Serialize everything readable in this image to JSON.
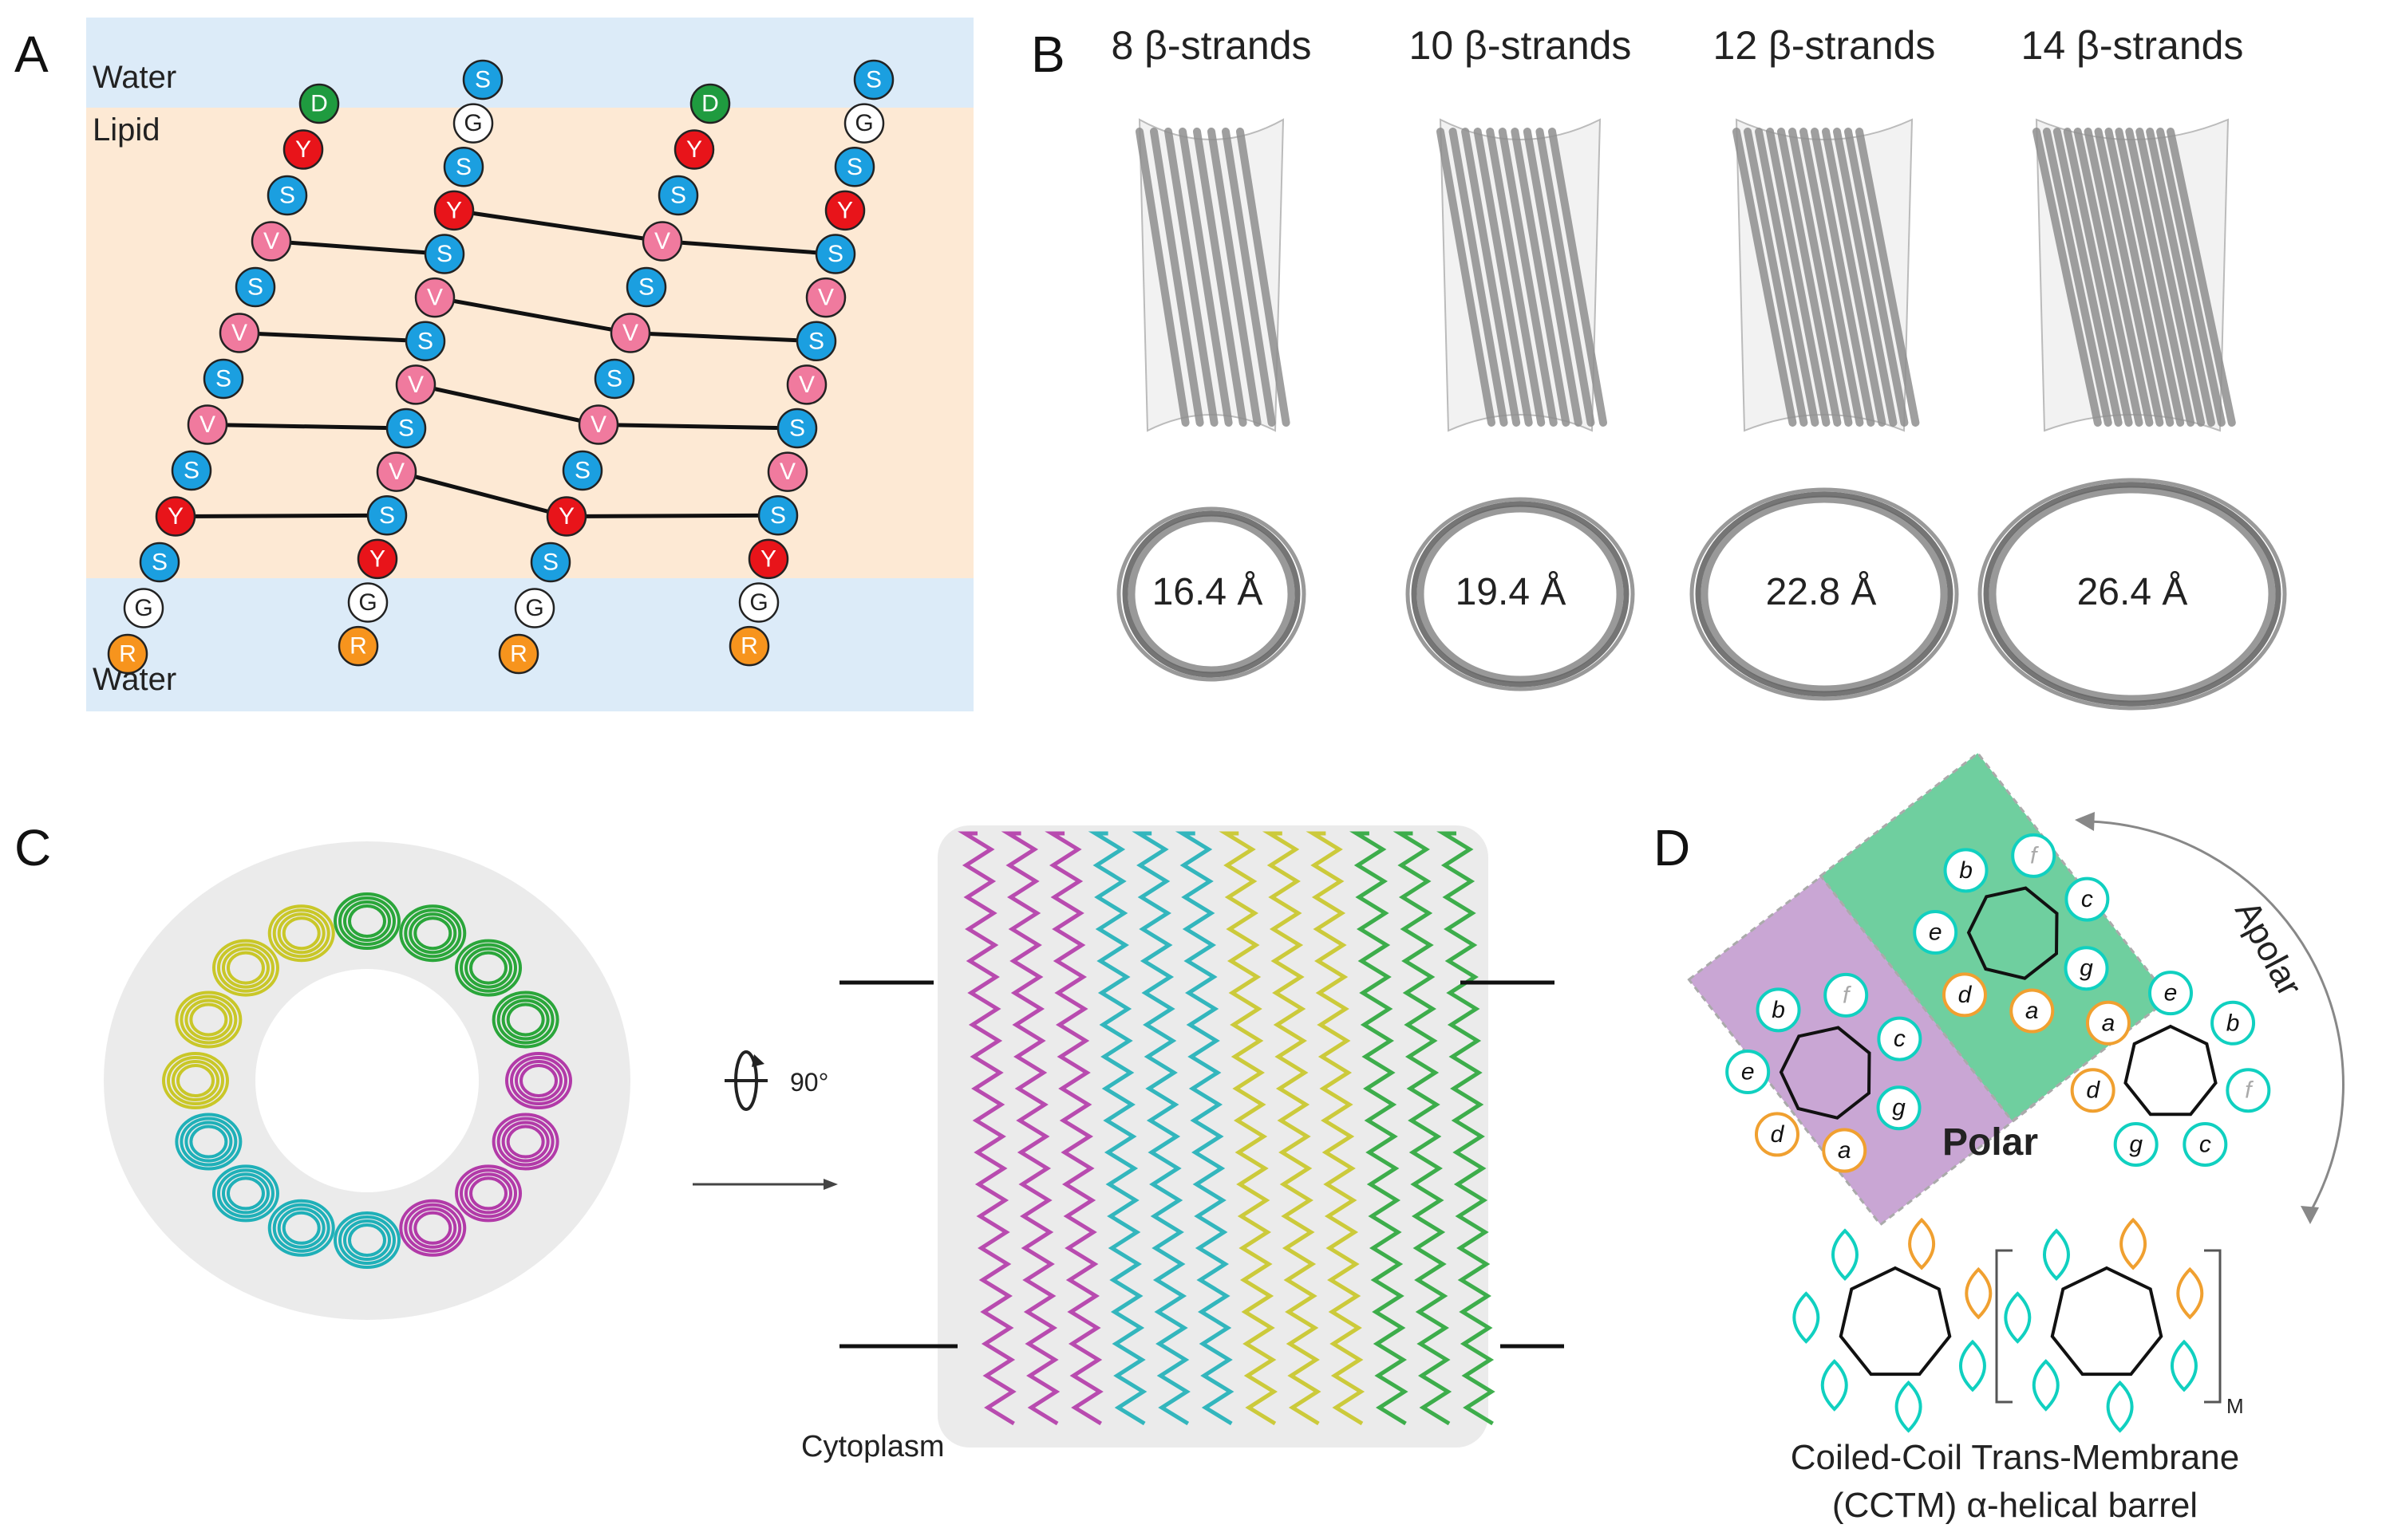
{
  "panels": {
    "a": "A",
    "b": "B",
    "c": "C",
    "d": "D"
  },
  "panel_a": {
    "water_top": "Water",
    "lipid": "Lipid",
    "water_bottom": "Water",
    "colors": {
      "water": "#dcebf8",
      "lipid": "#fde9d4",
      "S": "#1b9fe0",
      "V": "#f07a9e",
      "Y": "#e8141a",
      "D": "#1f9b3f",
      "G": "#ffffff",
      "R": "#f7941d"
    },
    "strands": [
      [
        "R",
        "G",
        "S",
        "Y",
        "S",
        "V",
        "S",
        "V",
        "S",
        "V",
        "S",
        "Y",
        "D"
      ],
      [
        "S",
        "G",
        "S",
        "Y",
        "S",
        "V",
        "S",
        "V",
        "S",
        "V",
        "S",
        "Y",
        "G",
        "R"
      ],
      [
        "R",
        "G",
        "S",
        "Y",
        "S",
        "V",
        "S",
        "V",
        "S",
        "V",
        "S",
        "Y",
        "D"
      ],
      [
        "S",
        "G",
        "S",
        "Y",
        "S",
        "V",
        "S",
        "V",
        "S",
        "V",
        "S",
        "Y",
        "G",
        "R"
      ]
    ]
  },
  "panel_b": {
    "barrels": [
      {
        "strands_label": "8 β-strands",
        "diameter_label": "16.4 Å"
      },
      {
        "strands_label": "10 β-strands",
        "diameter_label": "19.4 Å"
      },
      {
        "strands_label": "12 β-strands",
        "diameter_label": "22.8 Å"
      },
      {
        "strands_label": "14 β-strands",
        "diameter_label": "26.4 Å"
      }
    ],
    "ribbon_color": "#8e8e8e"
  },
  "panel_c": {
    "rotation_label": "90°",
    "cytoplasm_label": "Cytoplasm",
    "colors": [
      "#b23aa8",
      "#1fb0b8",
      "#c9c728",
      "#2aa63a"
    ]
  },
  "panel_d": {
    "apolar_label": "Apolar",
    "polar_label": "Polar",
    "repeat_subscript": "M",
    "caption_line1": "Coiled-Coil Trans-Membrane",
    "caption_line2": "(CCTM) α-helical barrel",
    "heptad_left": [
      "b",
      "f",
      "c",
      "g",
      "a",
      "d",
      "e"
    ],
    "heptad_right": [
      "b",
      "f",
      "c",
      "g",
      "a",
      "d",
      "e"
    ],
    "colors": {
      "purple": "#c9a6d4",
      "green": "#6fcf9f",
      "cyan": "#10d0c0",
      "orange": "#f0a030"
    }
  }
}
